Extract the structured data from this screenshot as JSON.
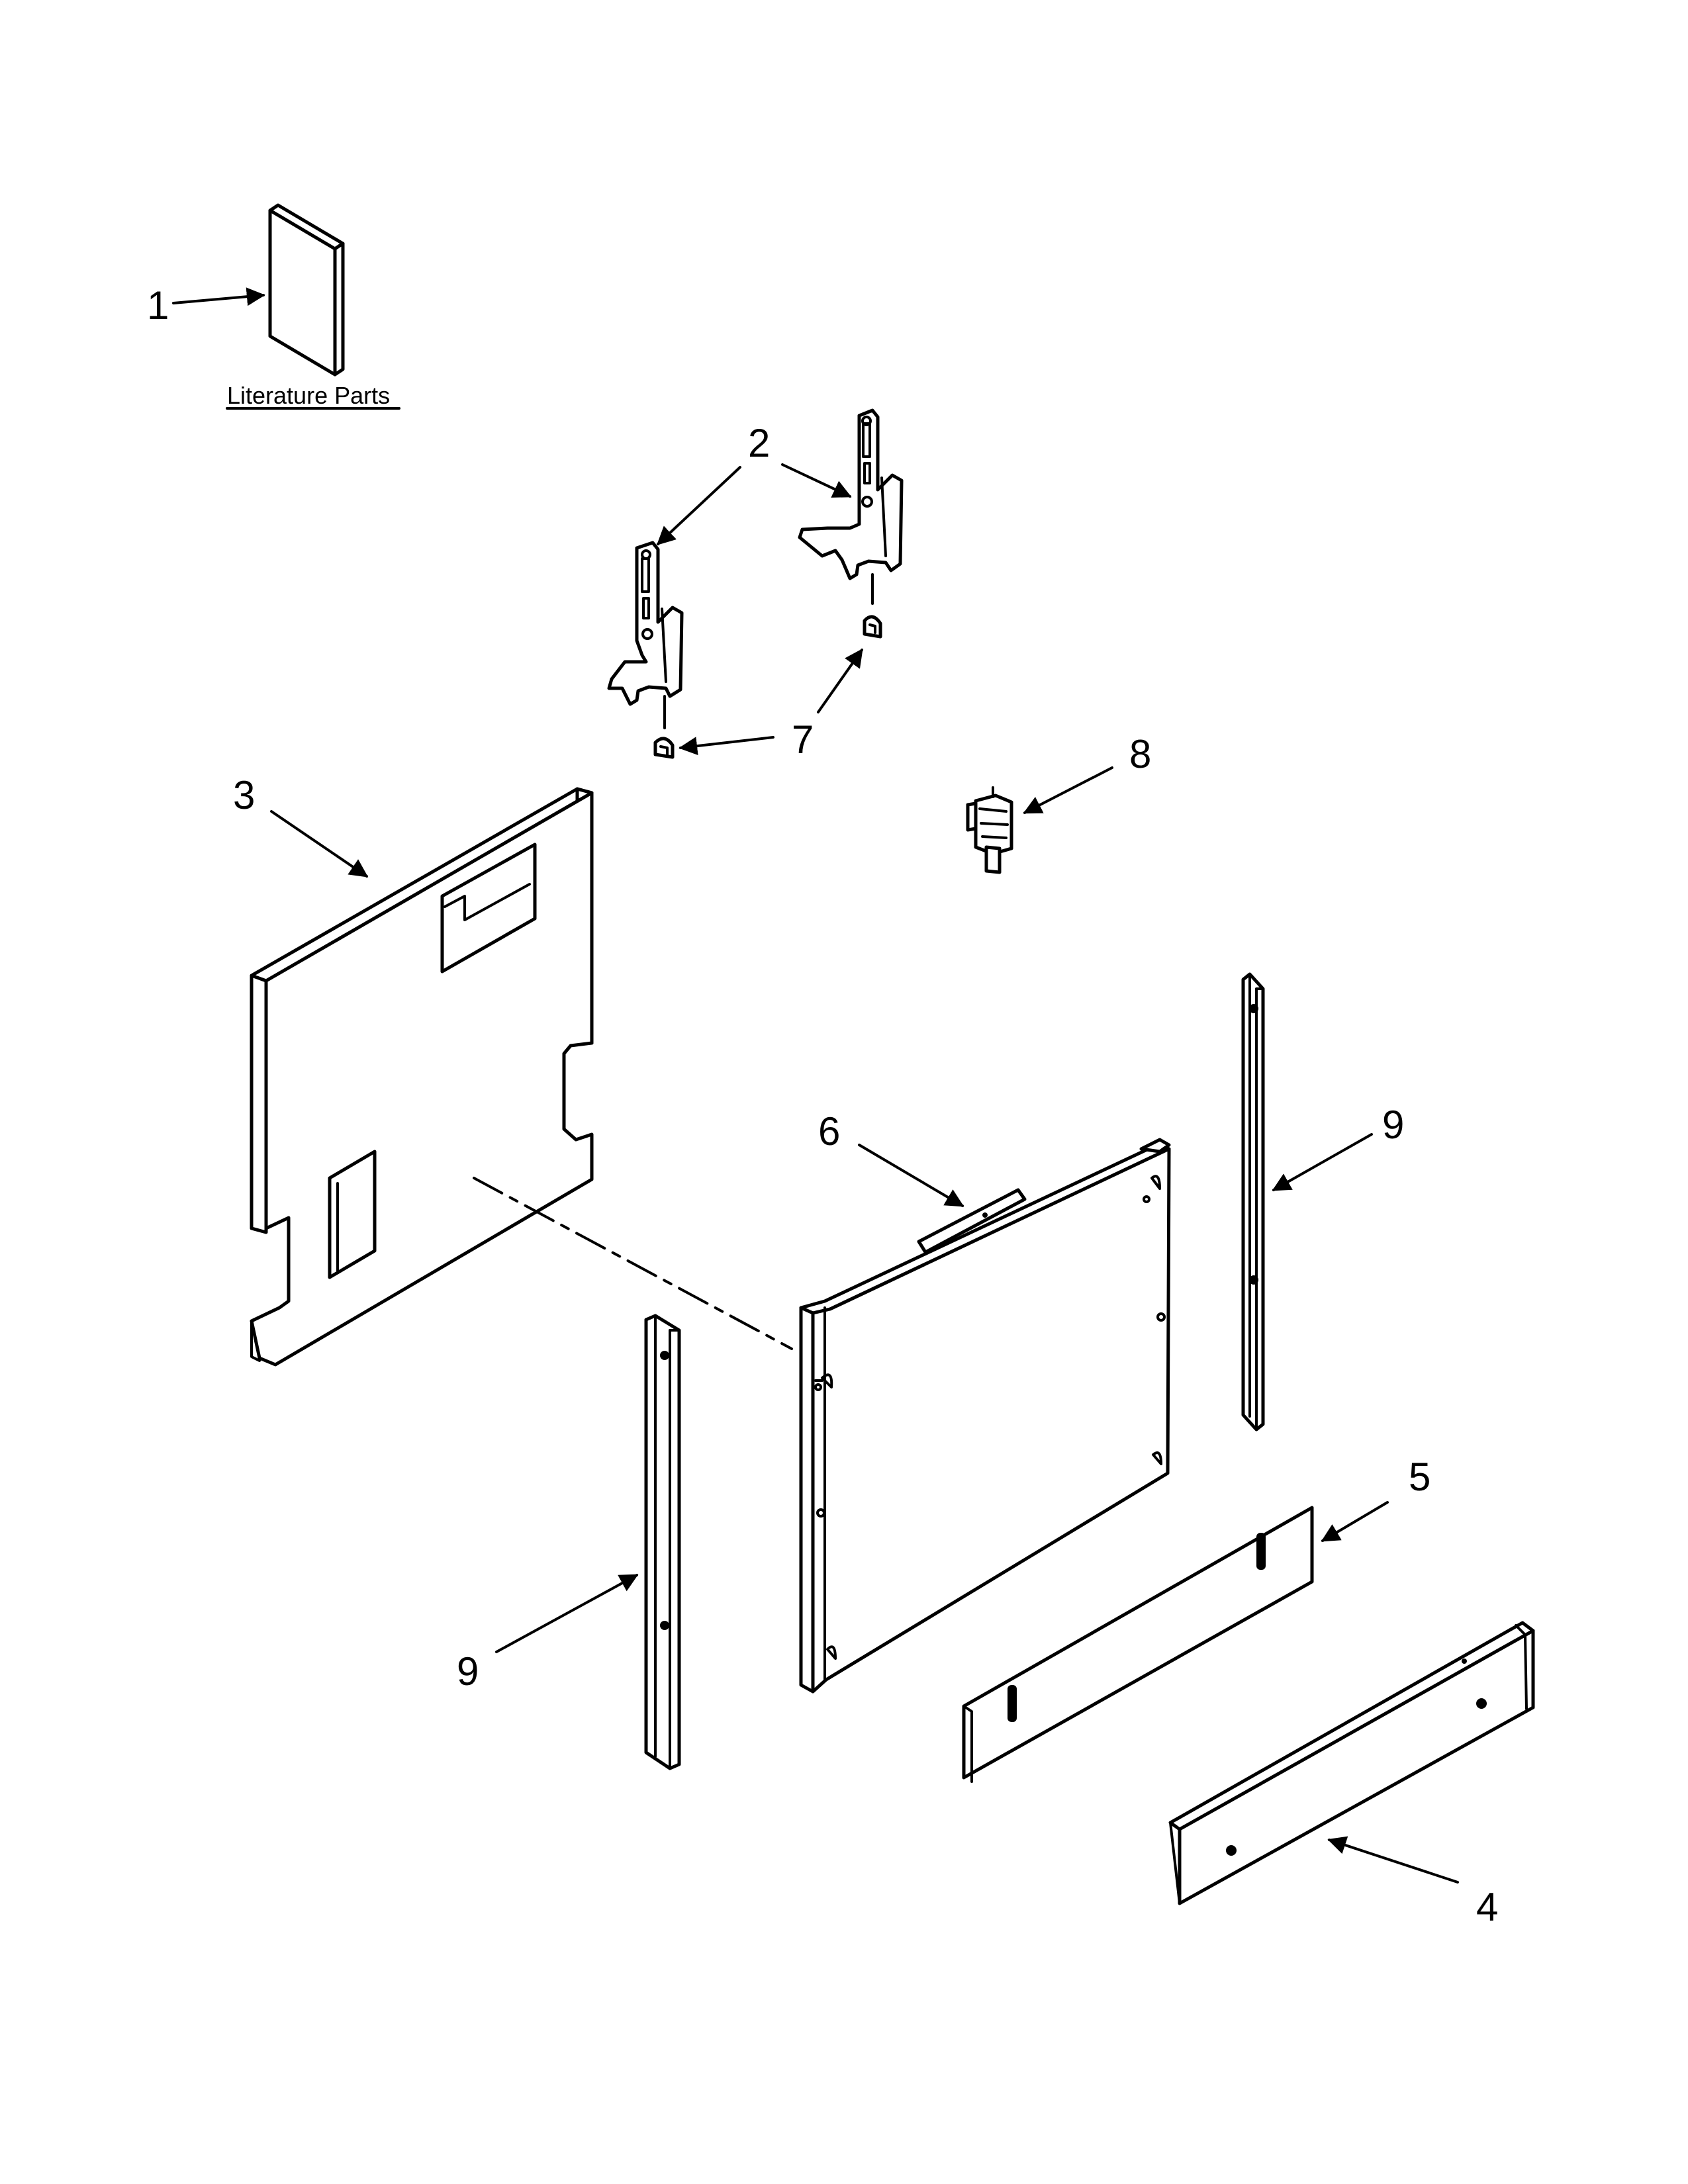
{
  "caption": "Literature Parts",
  "callouts": {
    "c1": "1",
    "c2": "2",
    "c3": "3",
    "c4": "4",
    "c5": "5",
    "c6": "6",
    "c7": "7",
    "c8": "8",
    "c9a": "9",
    "c9b": "9"
  },
  "colors": {
    "line": "#000000",
    "background": "#ffffff"
  }
}
